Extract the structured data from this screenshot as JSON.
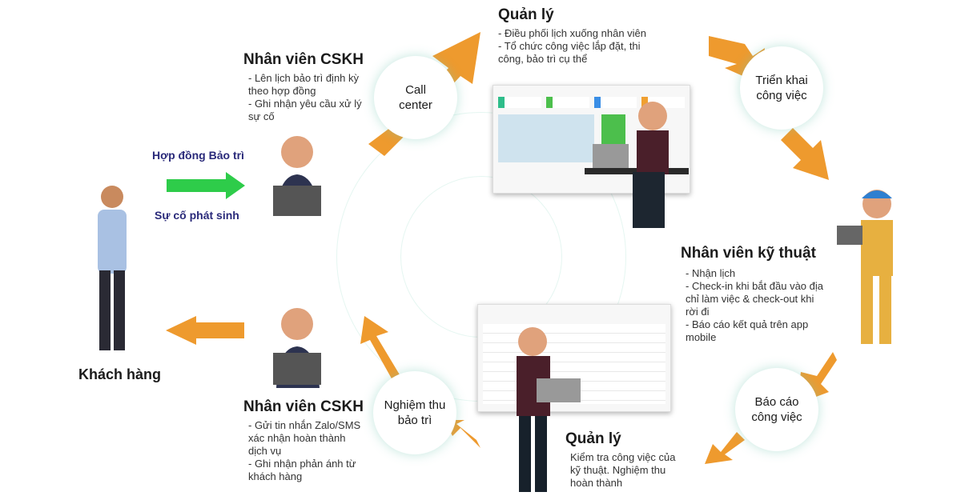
{
  "customer": {
    "label": "Khách hàng"
  },
  "flow_labels": {
    "contract": "Hợp đồng Bảo trì",
    "incident": "Sự cố phát sinh"
  },
  "steps": {
    "call_center": "Call center",
    "deploy": "Triển khai công việc",
    "report": "Báo cáo công việc",
    "acceptance": "Nghiệm thu bảo trì"
  },
  "roles": {
    "cskh_top": {
      "title": "Nhân viên CSKH",
      "lines": [
        "- Lên lịch bảo trì định kỳ theo hợp đồng",
        "- Ghi nhận yêu cầu xử lý sự cố"
      ]
    },
    "manager_top": {
      "title": "Quản lý",
      "lines": [
        "- Điều phối lịch xuống nhân viên",
        "- Tổ chức công việc lắp đặt, thi công, bảo trì cụ thể"
      ]
    },
    "technician": {
      "title": "Nhân viên kỹ thuật",
      "lines": [
        "- Nhận lịch",
        "- Check-in khi bắt đầu vào địa chỉ làm việc & check-out khi rời đi",
        "- Báo cáo kết quả trên app mobile"
      ]
    },
    "manager_bottom": {
      "title": "Quản lý",
      "lines": [
        "Kiểm tra công việc của kỹ thuật. Nghiệm thu hoàn thành"
      ]
    },
    "cskh_bottom": {
      "title": "Nhân viên CSKH",
      "lines": [
        "- Gửi tin nhắn Zalo/SMS xác nhận hoàn thành dịch vụ",
        "- Ghi nhận phản ánh từ khách hàng"
      ]
    }
  },
  "colors": {
    "orange": "#EE9A2E",
    "green": "#2ECC4A",
    "label_blue": "#2a2a7a"
  }
}
